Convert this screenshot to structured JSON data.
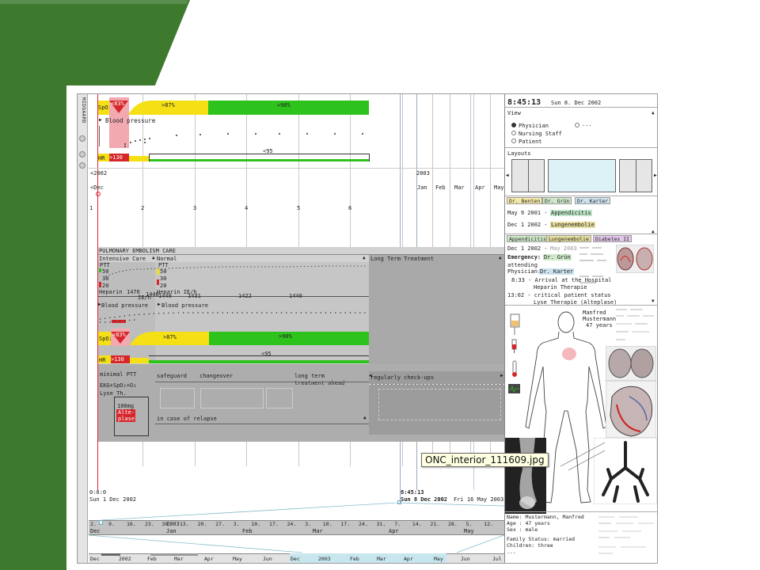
{
  "slide": {
    "tooltip": "ONC_interior_111609.jpg",
    "accent": "#3e7a2e"
  },
  "strip": {
    "label": "MIDGAARD"
  },
  "top": {
    "spo2": "SpO₂",
    "spo2_low": "<83%",
    "spo2_mid": ">87%",
    "spo2_high": ">90%",
    "bp": "Blood pressure",
    "hr": "HR",
    "hr_val": ">130",
    "hr_norm": "<95"
  },
  "timeline": {
    "left_year": "<2002",
    "year_2003": "2003",
    "months": [
      "Jan",
      "Feb",
      "Mar",
      "Apr",
      "May"
    ],
    "dec": "<Dec",
    "days": [
      "1",
      "2",
      "3",
      "4",
      "5",
      "6"
    ]
  },
  "mid": {
    "title": "PULMONARY EMBOLISM CARE",
    "intensive": "Intensive Care",
    "normal": "Normal",
    "longterm": "Long Term Treatment",
    "ptt": "PTT",
    "ptt2": "PTT",
    "y50": "50",
    "y30": "30",
    "y20": "20",
    "y50b": "50",
    "y30b": "30",
    "y20b": "20",
    "heparin": "Heparin",
    "heparin_val1": "1476",
    "heparin_val2": "1440",
    "heparin_unit": "IE/h",
    "heparin2": "Heparin IE/h",
    "heparin2_val1": "1440",
    "heparin2_val2": "1431",
    "val_1422": "1422",
    "val_1440": "1440",
    "bp1": "Blood pressure",
    "bp2": "Blood pressure",
    "spo2": "SpO₂",
    "spo2_low": "<83%",
    "spo2_mid": ">87%",
    "spo2_high": ">90%",
    "hr": "HR",
    "hr_val": ">130",
    "hr_norm": "<95"
  },
  "plan": {
    "minimal_ptt": "minimal PTT",
    "ekg": "EKG+SpO₂+O₂",
    "lyse": "Lyse Th.",
    "dose": "100mg",
    "alte": "Alte-",
    "plase": "plase",
    "safeguard": "safeguard",
    "changeover": "changeover",
    "longterm1": "long term",
    "longterm2": "treatment ahead",
    "checkups": "regularly check-ups",
    "relapse": "in case of relapse"
  },
  "bottom": {
    "t_left": "0:0:0",
    "d_left": "Sun 1 Dec 2002",
    "t_mid": "8:45:13",
    "d_mid": "Sun 8 Dec 2002",
    "d_right": "Fri 16 May 2003",
    "ticks1": [
      "2.",
      "9.",
      "16.",
      "23.",
      "30.",
      "13.",
      "20.",
      "27.",
      "3.",
      "10.",
      "17.",
      "24.",
      "3.",
      "10.",
      "17.",
      "24.",
      "31.",
      "7.",
      "14.",
      "21.",
      "28.",
      "5.",
      "12."
    ],
    "year1": "2003",
    "months1": [
      "Dec",
      "Jan",
      "Feb",
      "Mar",
      "Apr",
      "May"
    ],
    "months2": [
      "Dec",
      "2002",
      "Feb",
      "Mar",
      "Apr",
      "May",
      "Jun",
      "Dec",
      "2003",
      "Feb",
      "Mar",
      "Apr",
      "May",
      "Jun",
      "Jul"
    ]
  },
  "right": {
    "time": "8:45:13",
    "date": "Sun 8. Dec 2002",
    "view_title": "View",
    "views": [
      "Physician",
      "Nursing Staff",
      "Patient"
    ],
    "view_more": "...",
    "layouts_title": "Layouts",
    "doc_tabs": [
      "Dr. Benten",
      "Dr. Grün",
      "Dr. Karter"
    ],
    "hist1_date": "May 9 2001 -",
    "hist1_dx": "Appendicitis",
    "hist2_date": "Dec 1 2002 -",
    "hist2_dx": "Lungenembolie",
    "case_tabs": [
      "Appendicitis",
      "Lungenembolie",
      "Diabetes II"
    ],
    "case_date": "Dec 1 2002 -",
    "case_date2": "May 2003",
    "emergency": "Emergency:",
    "emergency_dr": "Dr. Grün",
    "attending": "attending",
    "physician": "Physician:",
    "physician_dr": "Dr. Karter",
    "ev1": "8:33 - Arrival at the Hospital",
    "ev1b": "Heparin Therapie",
    "ev2": "13:02 - critical patient status",
    "ev2b": "Lyse Therapie (Alteplase)",
    "patient_name": "Manfred",
    "patient_surname": "Mustermann",
    "patient_age": "47 years",
    "info": [
      "Name: Mustermann, Manfred",
      "Age : 47 years",
      "Sex : male"
    ],
    "info2": [
      "Family Status: married",
      "Children: three"
    ],
    "info_more": "..."
  }
}
